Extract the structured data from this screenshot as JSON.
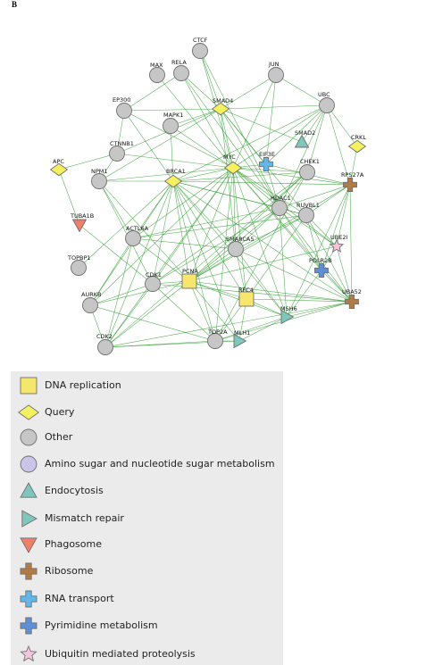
{
  "panel_label": "B",
  "colors": {
    "edge": "#2e9c2e",
    "other": "#c6c6c6",
    "query": "#f5f05f",
    "dna_replication": "#f7e66c",
    "endocytosis": "#7fc7bb",
    "mismatch_repair": "#7fc7bb",
    "phagosome": "#f07f6a",
    "ribosome": "#b07b44",
    "rna_transport": "#62b6ea",
    "pyrimidine": "#5d8ed6",
    "ubiquitin": "#f4c6dd",
    "amino_sugar": "#c9c4e8"
  },
  "nodes": [
    {
      "id": "CTCF",
      "label": "CTCF",
      "shape": "circle",
      "category": "other"
    },
    {
      "id": "MAX",
      "label": "MAX",
      "shape": "circle",
      "category": "other"
    },
    {
      "id": "RELA",
      "label": "RELA",
      "shape": "circle",
      "category": "other"
    },
    {
      "id": "JUN",
      "label": "JUN",
      "shape": "circle",
      "category": "other"
    },
    {
      "id": "UBC",
      "label": "UBC",
      "shape": "circle",
      "category": "other"
    },
    {
      "id": "EP300",
      "label": "EP300",
      "shape": "circle",
      "category": "other"
    },
    {
      "id": "SMAD4",
      "label": "SMAD4",
      "shape": "diamond",
      "category": "query"
    },
    {
      "id": "MAPK1",
      "label": "MAPK1",
      "shape": "circle",
      "category": "other"
    },
    {
      "id": "SMAD2",
      "label": "SMAD2",
      "shape": "triangle-up",
      "category": "endocytosis"
    },
    {
      "id": "CRKL",
      "label": "CRKL",
      "shape": "diamond",
      "category": "query"
    },
    {
      "id": "CTNNB1",
      "label": "CTNNB1",
      "shape": "circle",
      "category": "other"
    },
    {
      "id": "EIF3E",
      "label": "EIF3E",
      "shape": "cross",
      "category": "rna_transport"
    },
    {
      "id": "MYC",
      "label": "MYC",
      "shape": "diamond",
      "category": "query"
    },
    {
      "id": "CHEK1",
      "label": "CHEK1",
      "shape": "circle",
      "category": "other"
    },
    {
      "id": "APC",
      "label": "APC",
      "shape": "diamond",
      "category": "query"
    },
    {
      "id": "NPM1",
      "label": "NPM1",
      "shape": "circle",
      "category": "other"
    },
    {
      "id": "BRCA1",
      "label": "BRCA1",
      "shape": "diamond",
      "category": "query"
    },
    {
      "id": "RPS27A",
      "label": "RPS27A",
      "shape": "cross",
      "category": "ribosome"
    },
    {
      "id": "HDAC1",
      "label": "HDAC1",
      "shape": "circle",
      "category": "other"
    },
    {
      "id": "RUVBL1",
      "label": "RUVBL1",
      "shape": "circle",
      "category": "other"
    },
    {
      "id": "TUBA1B",
      "label": "TUBA1B",
      "shape": "triangle-down",
      "category": "phagosome"
    },
    {
      "id": "ACTL6A",
      "label": "ACTL6A",
      "shape": "circle",
      "category": "other"
    },
    {
      "id": "SMARCA5",
      "label": "SMARCA5",
      "shape": "circle",
      "category": "other"
    },
    {
      "id": "UBE2I",
      "label": "UBE2I",
      "shape": "star",
      "category": "ubiquitin"
    },
    {
      "id": "TOPBP1",
      "label": "TOPBP1",
      "shape": "circle",
      "category": "other"
    },
    {
      "id": "POLR2B",
      "label": "POLR2B",
      "shape": "cross",
      "category": "pyrimidine"
    },
    {
      "id": "CDK1",
      "label": "CDK1",
      "shape": "circle",
      "category": "other"
    },
    {
      "id": "PCNA",
      "label": "PCNA",
      "shape": "square",
      "category": "dna_replication"
    },
    {
      "id": "RFC4",
      "label": "RFC4",
      "shape": "square",
      "category": "dna_replication"
    },
    {
      "id": "AURKB",
      "label": "AURKB",
      "shape": "circle",
      "category": "other"
    },
    {
      "id": "UBA52",
      "label": "UBA52",
      "shape": "cross",
      "category": "ribosome"
    },
    {
      "id": "MSH6",
      "label": "MSH6",
      "shape": "triangle-right",
      "category": "mismatch_repair"
    },
    {
      "id": "CDK2",
      "label": "CDK2",
      "shape": "circle",
      "category": "other"
    },
    {
      "id": "TOP2A",
      "label": "TOP2A",
      "shape": "circle",
      "category": "other"
    },
    {
      "id": "MLH1",
      "label": "MLH1",
      "shape": "triangle-right",
      "category": "mismatch_repair"
    }
  ],
  "edges": [
    [
      "CTCF",
      "SMAD4"
    ],
    [
      "CTCF",
      "MYC"
    ],
    [
      "CTCF",
      "HDAC1"
    ],
    [
      "MAX",
      "MYC"
    ],
    [
      "RELA",
      "SMAD4"
    ],
    [
      "RELA",
      "EP300"
    ],
    [
      "RELA",
      "HDAC1"
    ],
    [
      "RELA",
      "MYC"
    ],
    [
      "JUN",
      "SMAD4"
    ],
    [
      "JUN",
      "MYC"
    ],
    [
      "JUN",
      "UBC"
    ],
    [
      "JUN",
      "EIF3E"
    ],
    [
      "UBC",
      "SMAD4"
    ],
    [
      "UBC",
      "MYC"
    ],
    [
      "UBC",
      "EIF3E"
    ],
    [
      "UBC",
      "HDAC1"
    ],
    [
      "UBC",
      "RPS27A"
    ],
    [
      "UBC",
      "CHEK1"
    ],
    [
      "UBC",
      "SMAD2"
    ],
    [
      "UBC",
      "BRCA1"
    ],
    [
      "EP300",
      "SMAD4"
    ],
    [
      "EP300",
      "MYC"
    ],
    [
      "EP300",
      "BRCA1"
    ],
    [
      "EP300",
      "CTNNB1"
    ],
    [
      "SMAD4",
      "MAPK1"
    ],
    [
      "SMAD4",
      "SMAD2"
    ],
    [
      "SMAD4",
      "CTNNB1"
    ],
    [
      "SMAD4",
      "MYC"
    ],
    [
      "SMAD4",
      "HDAC1"
    ],
    [
      "SMAD4",
      "RUVBL1"
    ],
    [
      "SMAD4",
      "NPM1"
    ],
    [
      "SMAD4",
      "SMARCA5"
    ],
    [
      "SMAD4",
      "EIF3E"
    ],
    [
      "MAPK1",
      "MYC"
    ],
    [
      "MAPK1",
      "BRCA1"
    ],
    [
      "CRKL",
      "RPS27A"
    ],
    [
      "CRKL",
      "UBC"
    ],
    [
      "CTNNB1",
      "MYC"
    ],
    [
      "CTNNB1",
      "NPM1"
    ],
    [
      "APC",
      "TUBA1B"
    ],
    [
      "APC",
      "CTNNB1"
    ],
    [
      "MYC",
      "BRCA1"
    ],
    [
      "MYC",
      "NPM1"
    ],
    [
      "MYC",
      "HDAC1"
    ],
    [
      "MYC",
      "RUVBL1"
    ],
    [
      "MYC",
      "CHEK1"
    ],
    [
      "MYC",
      "PCNA"
    ],
    [
      "MYC",
      "CDK1"
    ],
    [
      "MYC",
      "CDK2"
    ],
    [
      "MYC",
      "ACTL6A"
    ],
    [
      "MYC",
      "SMARCA5"
    ],
    [
      "MYC",
      "RPS27A"
    ],
    [
      "MYC",
      "UBA52"
    ],
    [
      "MYC",
      "EIF3E"
    ],
    [
      "MYC",
      "TOP2A"
    ],
    [
      "MYC",
      "MSH6"
    ],
    [
      "MYC",
      "RFC4"
    ],
    [
      "MYC",
      "AURKB"
    ],
    [
      "MYC",
      "UBE2I"
    ],
    [
      "MYC",
      "POLR2B"
    ],
    [
      "BRCA1",
      "NPM1"
    ],
    [
      "BRCA1",
      "HDAC1"
    ],
    [
      "BRCA1",
      "CHEK1"
    ],
    [
      "BRCA1",
      "PCNA"
    ],
    [
      "BRCA1",
      "CDK1"
    ],
    [
      "BRCA1",
      "CDK2"
    ],
    [
      "BRCA1",
      "ACTL6A"
    ],
    [
      "BRCA1",
      "SMARCA5"
    ],
    [
      "BRCA1",
      "RUVBL1"
    ],
    [
      "BRCA1",
      "RFC4"
    ],
    [
      "BRCA1",
      "MSH6"
    ],
    [
      "BRCA1",
      "MLH1"
    ],
    [
      "BRCA1",
      "TOP2A"
    ],
    [
      "BRCA1",
      "AURKB"
    ],
    [
      "BRCA1",
      "TOPBP1"
    ],
    [
      "BRCA1",
      "UBA52"
    ],
    [
      "BRCA1",
      "RPS27A"
    ],
    [
      "NPM1",
      "CDK1"
    ],
    [
      "NPM1",
      "PCNA"
    ],
    [
      "NPM1",
      "ACTL6A"
    ],
    [
      "EIF3E",
      "RPS27A"
    ],
    [
      "EIF3E",
      "HDAC1"
    ],
    [
      "CHEK1",
      "PCNA"
    ],
    [
      "CHEK1",
      "CDK1"
    ],
    [
      "CHEK1",
      "CDK2"
    ],
    [
      "CHEK1",
      "HDAC1"
    ],
    [
      "CHEK1",
      "TOP2A"
    ],
    [
      "HDAC1",
      "RUVBL1"
    ],
    [
      "HDAC1",
      "SMARCA5"
    ],
    [
      "HDAC1",
      "ACTL6A"
    ],
    [
      "HDAC1",
      "PCNA"
    ],
    [
      "HDAC1",
      "RPS27A"
    ],
    [
      "HDAC1",
      "UBA52"
    ],
    [
      "HDAC1",
      "CDK1"
    ],
    [
      "HDAC1",
      "POLR2B"
    ],
    [
      "HDAC1",
      "UBE2I"
    ],
    [
      "HDAC1",
      "MSH6"
    ],
    [
      "RUVBL1",
      "ACTL6A"
    ],
    [
      "RUVBL1",
      "SMARCA5"
    ],
    [
      "RUVBL1",
      "RPS27A"
    ],
    [
      "RUVBL1",
      "UBA52"
    ],
    [
      "RUVBL1",
      "PCNA"
    ],
    [
      "RUVBL1",
      "POLR2B"
    ],
    [
      "RUVBL1",
      "UBE2I"
    ],
    [
      "RUVBL1",
      "RFC4"
    ],
    [
      "RPS27A",
      "UBA52"
    ],
    [
      "RPS27A",
      "UBE2I"
    ],
    [
      "RPS27A",
      "POLR2B"
    ],
    [
      "RPS27A",
      "MSH6"
    ],
    [
      "RPS27A",
      "PCNA"
    ],
    [
      "TUBA1B",
      "CDK1"
    ],
    [
      "ACTL6A",
      "SMARCA5"
    ],
    [
      "ACTL6A",
      "PCNA"
    ],
    [
      "ACTL6A",
      "CDK2"
    ],
    [
      "ACTL6A",
      "AURKB"
    ],
    [
      "SMARCA5",
      "PCNA"
    ],
    [
      "SMARCA5",
      "RFC4"
    ],
    [
      "SMARCA5",
      "MSH6"
    ],
    [
      "SMARCA5",
      "UBA52"
    ],
    [
      "UBE2I",
      "UBA52"
    ],
    [
      "UBE2I",
      "PCNA"
    ],
    [
      "UBE2I",
      "POLR2B"
    ],
    [
      "POLR2B",
      "UBA52"
    ],
    [
      "POLR2B",
      "MSH6"
    ],
    [
      "CDK1",
      "PCNA"
    ],
    [
      "CDK1",
      "CDK2"
    ],
    [
      "CDK1",
      "AURKB"
    ],
    [
      "CDK1",
      "TOP2A"
    ],
    [
      "CDK1",
      "UBA52"
    ],
    [
      "PCNA",
      "RFC4"
    ],
    [
      "PCNA",
      "MSH6"
    ],
    [
      "PCNA",
      "MLH1"
    ],
    [
      "PCNA",
      "CDK2"
    ],
    [
      "PCNA",
      "TOP2A"
    ],
    [
      "PCNA",
      "UBA52"
    ],
    [
      "PCNA",
      "AURKB"
    ],
    [
      "RFC4",
      "MSH6"
    ],
    [
      "RFC4",
      "TOP2A"
    ],
    [
      "RFC4",
      "MLH1"
    ],
    [
      "RFC4",
      "UBA52"
    ],
    [
      "AURKB",
      "CDK2"
    ],
    [
      "AURKB",
      "TOP2A"
    ],
    [
      "UBA52",
      "MSH6"
    ],
    [
      "UBA52",
      "TOP2A"
    ],
    [
      "UBA52",
      "CDK2"
    ],
    [
      "MSH6",
      "MLH1"
    ],
    [
      "MSH6",
      "TOP2A"
    ],
    [
      "CDK2",
      "TOP2A"
    ],
    [
      "CDK2",
      "MLH1"
    ],
    [
      "TOP2A",
      "MLH1"
    ]
  ],
  "legend": [
    {
      "shape": "square",
      "category": "dna_replication",
      "label": "DNA replication"
    },
    {
      "shape": "diamond",
      "category": "query",
      "label": "Query"
    },
    {
      "shape": "circle",
      "category": "other",
      "label": "Other"
    },
    {
      "shape": "circle",
      "category": "amino_sugar",
      "label": "Amino sugar and nucleotide sugar  metabolism"
    },
    {
      "shape": "triangle-up",
      "category": "endocytosis",
      "label": "Endocytosis"
    },
    {
      "shape": "triangle-right",
      "category": "mismatch_repair",
      "label": "Mismatch repair"
    },
    {
      "shape": "triangle-down",
      "category": "phagosome",
      "label": "Phagosome"
    },
    {
      "shape": "cross",
      "category": "ribosome",
      "label": "Ribosome"
    },
    {
      "shape": "cross",
      "category": "rna_transport",
      "label": "RNA transport"
    },
    {
      "shape": "cross",
      "category": "pyrimidine",
      "label": "Pyrimidine metabolism"
    },
    {
      "shape": "star",
      "category": "ubiquitin",
      "label": "Ubiquitin mediated proteolysis"
    }
  ]
}
